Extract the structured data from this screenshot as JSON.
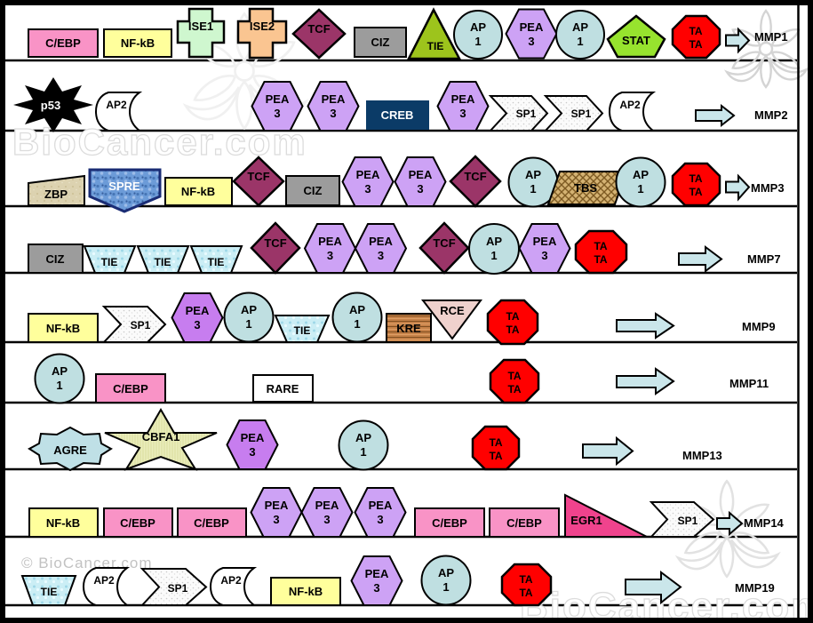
{
  "watermarks": {
    "brand": "BioCancer.com",
    "copyright": "© BioCancer.com"
  },
  "colors": {
    "tata_red": "#FF0000",
    "pea3_purple": "#CDA2F5",
    "pea3_bright": "#C77DEF",
    "ap1_blue": "#BFDFE1",
    "nfkb_yellow": "#FFFF9C",
    "cebp_pink": "#F993C6",
    "tcf_maroon": "#9B3568",
    "ciz_gray": "#9C9C9C",
    "tie_green": "#9DC41C",
    "tie_blue": "#CBEEF5",
    "stat_green": "#97E32E",
    "ise1_green": "#CFF7CF",
    "ise2_orange": "#FAC591",
    "creb_navy": "#0B3B67",
    "egr1_pink": "#F0438D",
    "arrow_blue": "#CAE6EA",
    "spre_blue": "#6C9BD8",
    "kre_brown": "#C58148",
    "tbs_tan": "#D4B272",
    "zbp_tan": "#DCD2B0",
    "rce_pink": "#EFD1CD",
    "agre_blue": "#BFE0E6",
    "cbfa1_khaki": "#EAEDBB",
    "rare_white": "#FFFFFF",
    "p53_black": "#000000"
  },
  "rows": [
    {
      "gene": "MMP1",
      "elements": [
        {
          "label": "C/EBP"
        },
        {
          "label": "NF-kB"
        },
        {
          "label": "ISE1"
        },
        {
          "label": "ISE2"
        },
        {
          "label": "TCF"
        },
        {
          "label": "CIZ"
        },
        {
          "label": "TIE"
        },
        {
          "label": "AP",
          "sub": "1"
        },
        {
          "label": "PEA",
          "sub": "3"
        },
        {
          "label": "AP",
          "sub": "1"
        },
        {
          "label": "STAT"
        },
        {
          "label": "TA",
          "sub": "TA"
        }
      ]
    },
    {
      "gene": "MMP2",
      "elements": [
        {
          "label": "p53"
        },
        {
          "label": "AP2"
        },
        {
          "label": "PEA",
          "sub": "3"
        },
        {
          "label": "PEA",
          "sub": "3"
        },
        {
          "label": "CREB"
        },
        {
          "label": "PEA",
          "sub": "3"
        },
        {
          "label": "SP1"
        },
        {
          "label": "SP1"
        },
        {
          "label": "AP2"
        }
      ]
    },
    {
      "gene": "MMP3",
      "elements": [
        {
          "label": "ZBP"
        },
        {
          "label": "SPRE"
        },
        {
          "label": "NF-kB"
        },
        {
          "label": "TCF"
        },
        {
          "label": "CIZ"
        },
        {
          "label": "PEA",
          "sub": "3"
        },
        {
          "label": "PEA",
          "sub": "3"
        },
        {
          "label": "TCF"
        },
        {
          "label": "AP",
          "sub": "1"
        },
        {
          "label": "TBS"
        },
        {
          "label": "AP",
          "sub": "1"
        },
        {
          "label": "TA",
          "sub": "TA"
        }
      ]
    },
    {
      "gene": "MMP7",
      "elements": [
        {
          "label": "CIZ"
        },
        {
          "label": "TIE"
        },
        {
          "label": "TIE"
        },
        {
          "label": "TIE"
        },
        {
          "label": "TCF"
        },
        {
          "label": "PEA",
          "sub": "3"
        },
        {
          "label": "PEA",
          "sub": "3"
        },
        {
          "label": "TCF"
        },
        {
          "label": "AP",
          "sub": "1"
        },
        {
          "label": "PEA",
          "sub": "3"
        },
        {
          "label": "TA",
          "sub": "TA"
        }
      ]
    },
    {
      "gene": "MMP9",
      "elements": [
        {
          "label": "NF-kB"
        },
        {
          "label": "SP1"
        },
        {
          "label": "PEA",
          "sub": "3"
        },
        {
          "label": "AP",
          "sub": "1"
        },
        {
          "label": "TIE"
        },
        {
          "label": "AP",
          "sub": "1"
        },
        {
          "label": "KRE"
        },
        {
          "label": "RCE"
        },
        {
          "label": "TA",
          "sub": "TA"
        }
      ]
    },
    {
      "gene": "MMP11",
      "elements": [
        {
          "label": "AP",
          "sub": "1"
        },
        {
          "label": "C/EBP"
        },
        {
          "label": "RARE"
        },
        {
          "label": "TA",
          "sub": "TA"
        }
      ]
    },
    {
      "gene": "MMP13",
      "elements": [
        {
          "label": "AGRE"
        },
        {
          "label": "CBFA1"
        },
        {
          "label": "PEA",
          "sub": "3"
        },
        {
          "label": "AP",
          "sub": "1"
        },
        {
          "label": "TA",
          "sub": "TA"
        }
      ]
    },
    {
      "gene": "MMP14",
      "elements": [
        {
          "label": "NF-kB"
        },
        {
          "label": "C/EBP"
        },
        {
          "label": "C/EBP"
        },
        {
          "label": "PEA",
          "sub": "3"
        },
        {
          "label": "PEA",
          "sub": "3"
        },
        {
          "label": "PEA",
          "sub": "3"
        },
        {
          "label": "C/EBP"
        },
        {
          "label": "C/EBP"
        },
        {
          "label": "EGR1"
        },
        {
          "label": "SP1"
        }
      ]
    },
    {
      "gene": "MMP19",
      "elements": [
        {
          "label": "TIE"
        },
        {
          "label": "AP2"
        },
        {
          "label": "SP1"
        },
        {
          "label": "AP2"
        },
        {
          "label": "NF-kB"
        },
        {
          "label": "PEA",
          "sub": "3"
        },
        {
          "label": "AP",
          "sub": "1"
        },
        {
          "label": "TA",
          "sub": "TA"
        }
      ]
    }
  ]
}
